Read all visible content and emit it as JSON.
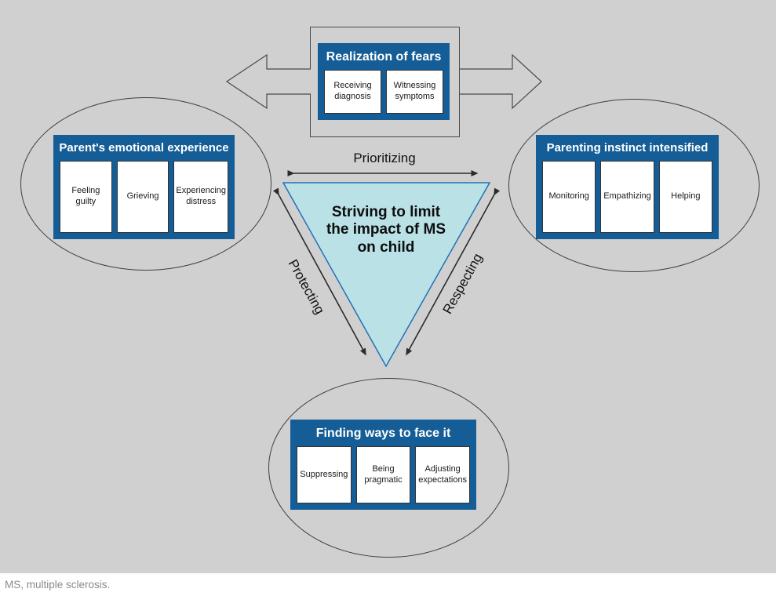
{
  "colors": {
    "canvas_background": "#d0d0d0",
    "panel_blue": "#155d96",
    "triangle_fill": "#b9e1e6",
    "triangle_border": "#2272b5",
    "arrow_outline": "#4a4a4a",
    "footnote_gray": "#8a8a8a"
  },
  "top_box": {
    "title": "Realization of fears",
    "items": [
      "Receiving diagnosis",
      "Witnessing symptoms"
    ]
  },
  "left_ellipse": {
    "title": "Parent's emotional experience",
    "items": [
      "Feeling guilty",
      "Grieving",
      "Experiencing distress"
    ]
  },
  "right_ellipse": {
    "title": "Parenting instinct intensified",
    "items": [
      "Monitoring",
      "Empathizing",
      "Helping"
    ]
  },
  "bottom_ellipse": {
    "title": "Finding ways to face it",
    "items": [
      "Suppressing",
      "Being pragmatic",
      "Adjusting expectations"
    ]
  },
  "triangle": {
    "lines": [
      "Striving to limit",
      "the impact of MS",
      "on child"
    ],
    "label_top": "Prioritizing",
    "label_left": "Protecting",
    "label_right": "Respecting"
  },
  "footnote": "MS, multiple sclerosis."
}
